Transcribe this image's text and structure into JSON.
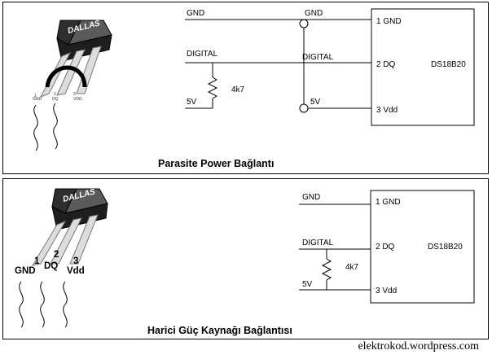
{
  "top": {
    "chip_brand": "DALLAS",
    "chip_pins": [
      "GND",
      "DQ",
      "VDD"
    ],
    "chip_pin_numbers": [
      "1",
      "2",
      "3"
    ],
    "left_labels": {
      "gnd": "GND",
      "digital": "DIGITAL",
      "v5": "5V",
      "resistor": "4k7"
    },
    "junction_labels": {
      "gnd": "GND",
      "digital": "DIGITAL",
      "v5": "5V"
    },
    "ic": {
      "name": "DS18B20",
      "pin1": "1 GND",
      "pin2": "2 DQ",
      "pin3": "3 Vdd"
    },
    "caption": "Parasite Power Bağlantı"
  },
  "bottom": {
    "chip_brand": "DALLAS",
    "chip_pin_numbers": [
      "1",
      "2",
      "3"
    ],
    "chip_pin_names": [
      "GND",
      "DQ",
      "Vdd"
    ],
    "left_labels": {
      "gnd": "GND",
      "digital": "DIGITAL",
      "v5": "5V",
      "resistor": "4k7"
    },
    "ic": {
      "name": "DS18B20",
      "pin1": "1 GND",
      "pin2": "2 DQ",
      "pin3": "3 Vdd"
    },
    "caption": "Harici Güç Kaynağı Bağlantısı"
  },
  "credit": "elektrokod.wordpress.com"
}
